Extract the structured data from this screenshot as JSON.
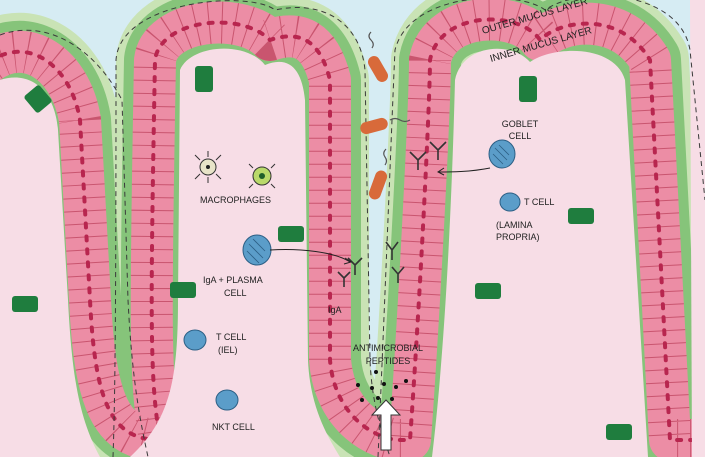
{
  "diagram": {
    "labels": {
      "outer_mucus_layer": "OUTER MUCUS LAYER",
      "inner_mucus_layer": "INNER MUCUS LAYER",
      "goblet_cell_1": "GOBLET",
      "goblet_cell_2": "CELL",
      "macrophages": "MACROPHAGES",
      "t_cell_lamina_1": "T CELL",
      "t_cell_lamina_2": "(LAMINA",
      "t_cell_lamina_3": "PROPRIA)",
      "iga_plasma_1": "IgA + PLASMA",
      "iga_plasma_2": "CELL",
      "iga": "IgA",
      "t_cell_iel_1": "T CELL",
      "t_cell_iel_2": "(IEL)",
      "antimicrobial_1": "ANTIMICROBIAL",
      "antimicrobial_2": "PEPTIDES",
      "nkt_cell": "NKT CELL"
    },
    "colors": {
      "lumen": "#d6ecf3",
      "lamina_propria": "#f7dde6",
      "mucus_outer": "#c9e3b5",
      "mucus_inner": "#86c47a",
      "epithelium": "#ec8da5",
      "nucleus": "#b8264f",
      "goblet": "#1f7d3e",
      "cell_blue": "#5b9dc9",
      "bacteria": "#d86a3a"
    },
    "icons": [
      "y-antibody-icon",
      "bacterium-icon",
      "macrophage-icon",
      "up-arrow-icon"
    ]
  }
}
